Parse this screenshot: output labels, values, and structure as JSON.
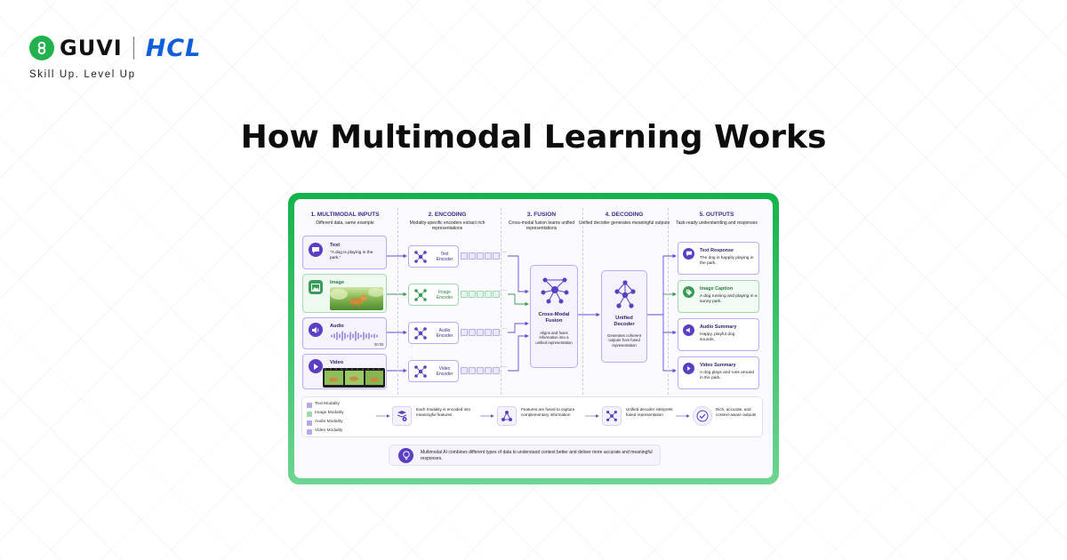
{
  "brand": {
    "guvi": "GUVI",
    "hcl": "HCL",
    "tagline": "Skill Up. Level Up",
    "green": "#23b14d",
    "blue": "#0f5fdc"
  },
  "title": "How Multimodal Learning Works",
  "colors": {
    "accent": "#5a3fc4",
    "green": "#3a9b56",
    "frame": "#14b34a"
  },
  "stages": [
    {
      "title": "1. MULTIMODAL INPUTS",
      "subtitle": "Different data, same example"
    },
    {
      "title": "2. ENCODING",
      "subtitle": "Modality-specific encoders extract rich representations"
    },
    {
      "title": "3. FUSION",
      "subtitle": "Cross-modal fusion learns unified representations"
    },
    {
      "title": "4. DECODING",
      "subtitle": "Unified decoder generates meaningful outputs"
    },
    {
      "title": "5. OUTPUTS",
      "subtitle": "Task-ready understanding and responses"
    }
  ],
  "inputs": [
    {
      "label": "Text",
      "text": "\"A dog is playing in the park.\"",
      "icon": "chat-bubble-icon"
    },
    {
      "label": "Image",
      "icon": "image-icon"
    },
    {
      "label": "Audio",
      "time": "00:05",
      "icon": "speaker-icon"
    },
    {
      "label": "Video",
      "icon": "play-icon"
    }
  ],
  "encoders": [
    "Text Encoder",
    "Image Encoder",
    "Audio Encoder",
    "Video Encoder"
  ],
  "fusion": {
    "title": "Cross-Modal Fusion",
    "text": "Aligns and fuses information into a unified representation"
  },
  "decoder": {
    "title": "Unified Decoder",
    "text": "Generates coherent outputs from fused representation"
  },
  "outputs": [
    {
      "title": "Text Response",
      "text": "The dog is happily playing in the park.",
      "icon": "chat-bubble-icon"
    },
    {
      "title": "Image Caption",
      "text": "A dog running and playing in a sunny park.",
      "icon": "tag-icon"
    },
    {
      "title": "Audio Summary",
      "text": "Happy, playful dog sounds.",
      "icon": "speaker-icon"
    },
    {
      "title": "Video Summary",
      "text": "A dog plays and runs around in the park.",
      "icon": "play-icon"
    }
  ],
  "legend": [
    {
      "label": "Text Modality",
      "color": "#b7a6ee"
    },
    {
      "label": "Image Modality",
      "color": "#9fd8ad"
    },
    {
      "label": "Audio Modality",
      "color": "#b7a6ee"
    },
    {
      "label": "Video Modality",
      "color": "#b7a6ee"
    }
  ],
  "flow": [
    "Each modality is encoded into meaningful features",
    "Features are fused to capture complementary information",
    "Unified decoder interprets fused representation",
    "Rich, accurate, and context-aware outputs"
  ],
  "note": "Multimodal AI combines different types of data to understand context better and deliver more accurate and meaningful responses."
}
